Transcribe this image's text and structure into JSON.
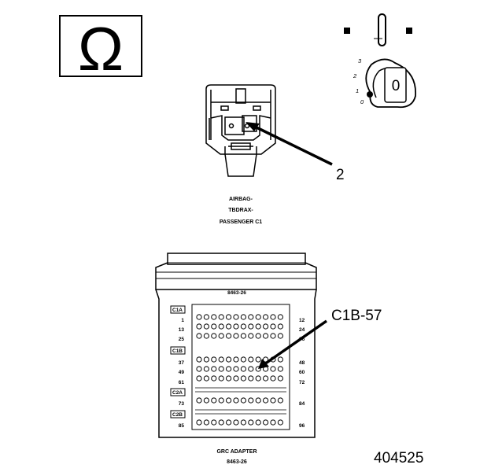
{
  "figure_number": "404525",
  "ohm_symbol": "Ω",
  "ignition": {
    "positions": [
      "3",
      "2",
      "1",
      "0"
    ],
    "key_label": "0"
  },
  "connector": {
    "callout": "2",
    "label_lines": [
      "AIRBAG-",
      "TBDRAX-",
      "PASSENGER C1"
    ]
  },
  "adapter": {
    "top_part_number": "8463-26",
    "callout": "C1B-57",
    "section_labels": [
      "C1A",
      "C1B",
      "C2A",
      "C2B"
    ],
    "left_pin_numbers": [
      "1",
      "13",
      "25",
      "37",
      "49",
      "61",
      "73",
      "85"
    ],
    "right_pin_numbers": [
      "12",
      "24",
      "36",
      "48",
      "60",
      "72",
      "84",
      "96"
    ],
    "name": "GRC ADAPTER",
    "bottom_part_number": "8463-26"
  },
  "colors": {
    "ink": "#000000",
    "paper": "#ffffff"
  }
}
